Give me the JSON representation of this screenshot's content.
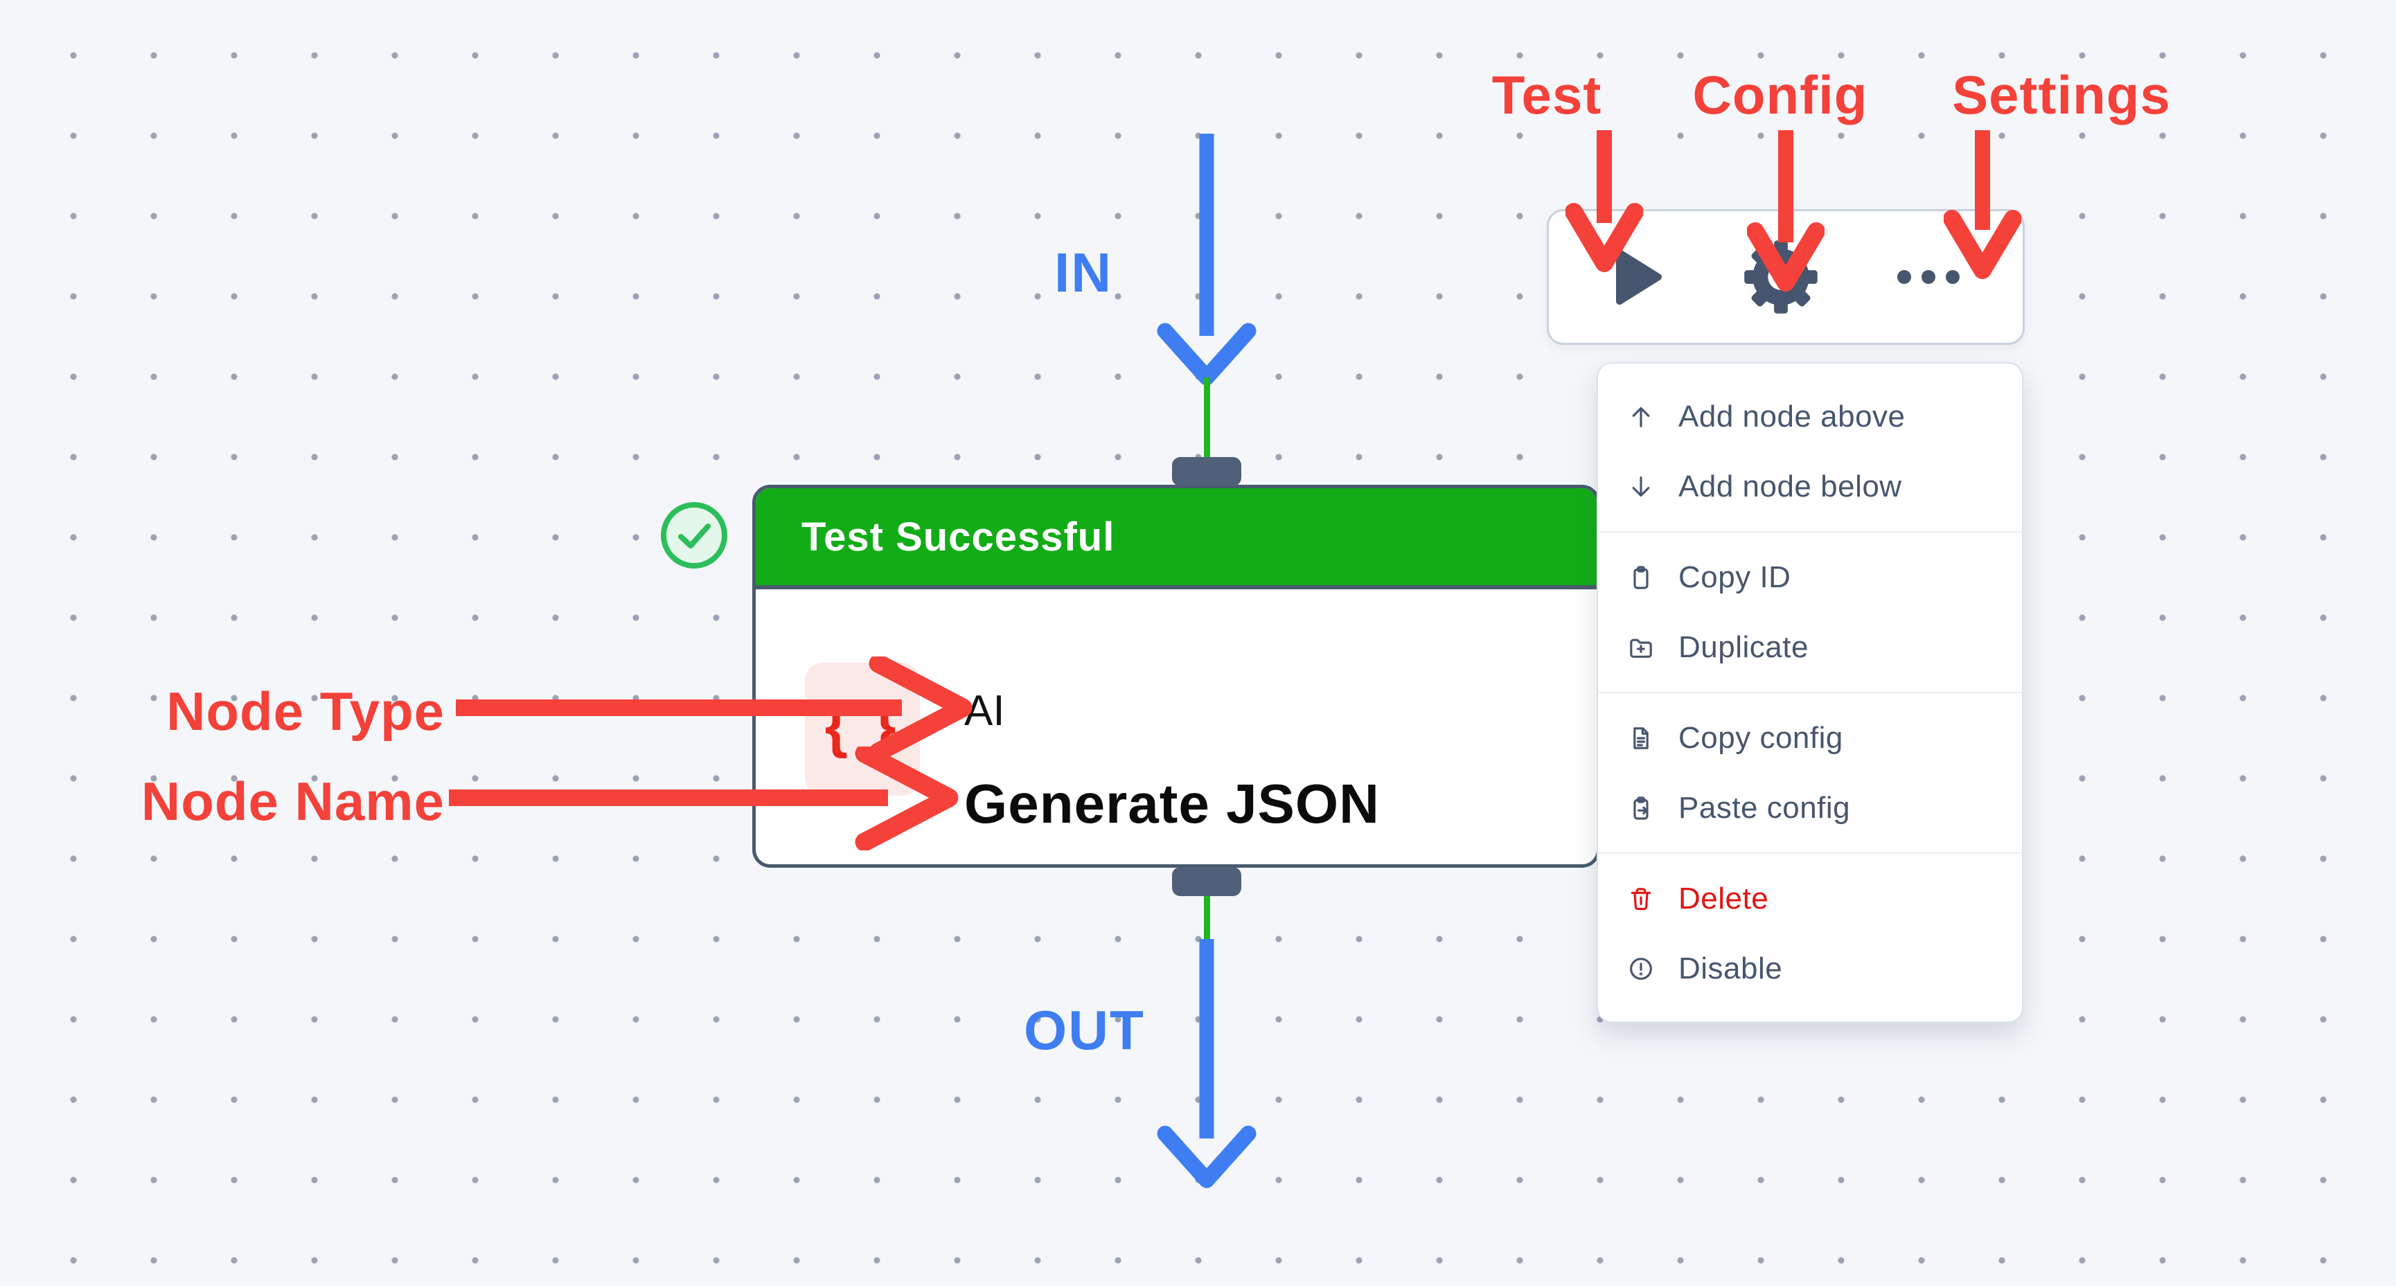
{
  "canvas": {
    "background": "#f4f6f9",
    "dot_color": "#9ba3b2"
  },
  "flow": {
    "in_label": "IN",
    "out_label": "OUT",
    "arrow_color": "#3e7ef2",
    "connection_color": "#23b423"
  },
  "node": {
    "status_label": "Test Successful",
    "status_color": "#12ac17",
    "type_icon": "curly-braces-icon",
    "type_icon_glyph": "{ }",
    "type_label": "AI",
    "name_label": "Generate JSON",
    "border_color": "#4a5a6e",
    "type_icon_color": "#e9271d",
    "type_icon_bg": "#fbe9e8"
  },
  "success_badge": {
    "icon": "check-circle-icon",
    "ring_color": "#2cbe5b",
    "fill_color": "#e3f7ea"
  },
  "toolbar": {
    "buttons": [
      {
        "name": "test",
        "icon": "play-icon"
      },
      {
        "name": "config",
        "icon": "gear-icon"
      },
      {
        "name": "settings",
        "icon": "ellipsis-icon"
      }
    ],
    "icon_color": "#47566e"
  },
  "menu": {
    "text_color": "#47566e",
    "danger_color": "#e11414",
    "items": [
      {
        "label": "Add node above",
        "icon": "arrow-up-icon"
      },
      {
        "label": "Add node below",
        "icon": "arrow-down-icon"
      },
      {
        "label": "Copy ID",
        "icon": "clipboard-icon"
      },
      {
        "label": "Duplicate",
        "icon": "folder-plus-icon"
      },
      {
        "label": "Copy config",
        "icon": "document-icon"
      },
      {
        "label": "Paste config",
        "icon": "clipboard-arrow-icon"
      },
      {
        "label": "Delete",
        "icon": "trash-icon"
      },
      {
        "label": "Disable",
        "icon": "alert-circle-icon"
      }
    ]
  },
  "annotations": {
    "color": "#f4413a",
    "test_label": "Test",
    "config_label": "Config",
    "settings_label": "Settings",
    "node_type_label": "Node Type",
    "node_name_label": "Node Name"
  }
}
